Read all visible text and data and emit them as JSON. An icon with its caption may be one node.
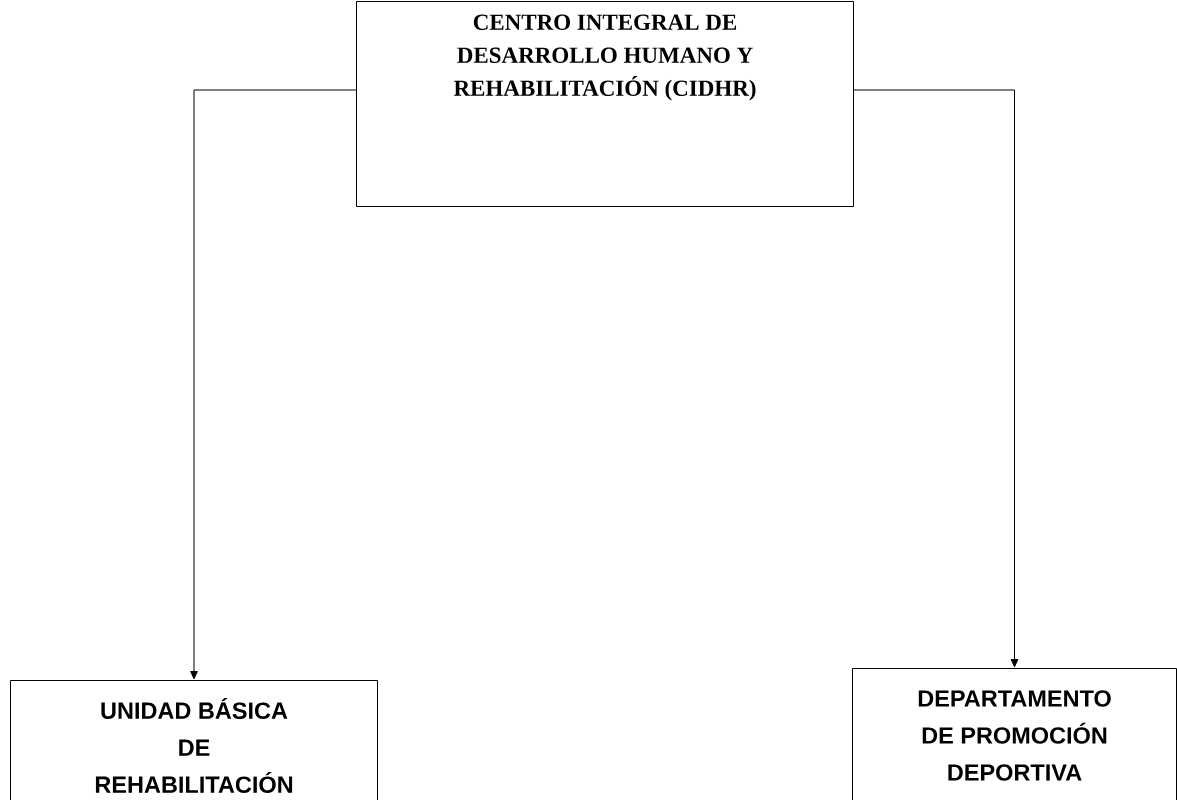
{
  "diagram": {
    "nodes": [
      {
        "text": [
          "CENTRO INTEGRAL DE DESARROLLO HUMANO Y REHABILITACIÓN (CIDHR)"
        ]
      },
      {
        "text": [
          "UNIDAD BÁSICA DE REHABILITACIÓN"
        ]
      },
      {
        "text": [
          "DEPARTAMENTO DE PROMOCIÓN DEPORTIVA"
        ]
      }
    ],
    "edges": [
      {
        "from": 0,
        "to": 1,
        "arrow": "to"
      },
      {
        "from": 0,
        "to": 2,
        "arrow": "to"
      }
    ]
  }
}
